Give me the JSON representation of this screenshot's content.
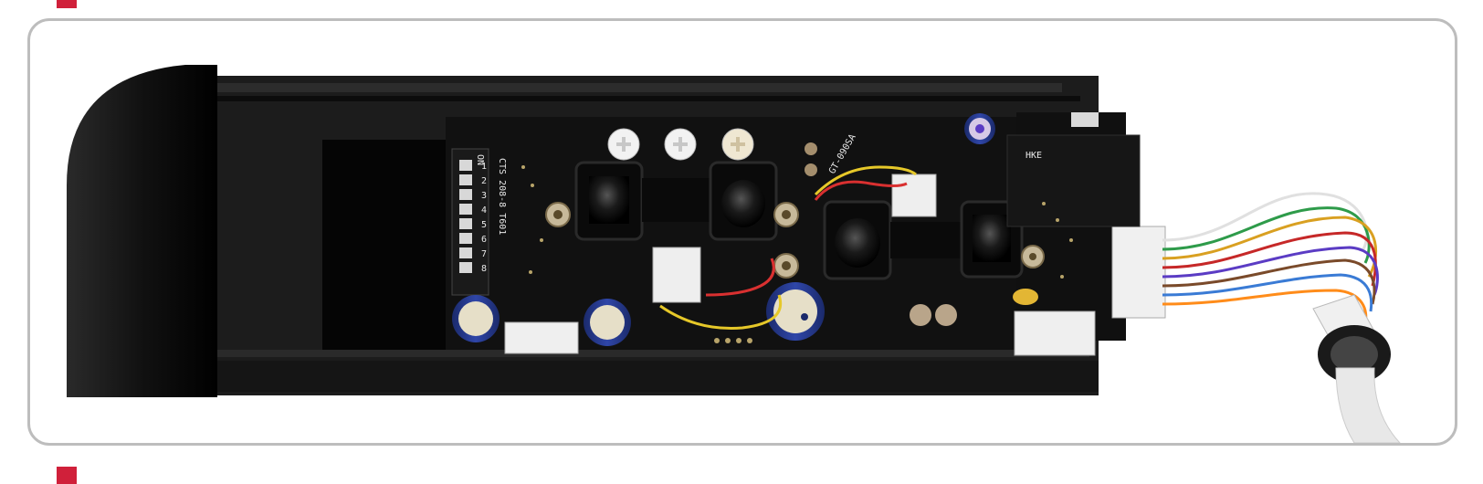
{
  "header": {
    "marker_color": "#d0203a",
    "heading_partial": ""
  },
  "photo": {
    "subject": "open-sensor-housing-with-circuit-board",
    "frame_color": "#bdbdbd",
    "housing_color": "#1c1c1c",
    "board_color": "#111111",
    "dip_switch_numbers": [
      "1",
      "2",
      "3",
      "4",
      "5",
      "6",
      "7",
      "8"
    ],
    "dip_switch_on_label": "ON",
    "dip_switch_part_label": "CTS 208-8 T601",
    "sensor_label": "GT-090SA",
    "relay_label": "HKE",
    "wire_colors": [
      "#e0e0e0",
      "#2e9b4a",
      "#d9a021",
      "#c62828",
      "#5b3cc4",
      "#7a4a2a",
      "#3a7bd5",
      "#ff8c1a"
    ]
  },
  "footer": {
    "marker_color": "#d0203a"
  }
}
